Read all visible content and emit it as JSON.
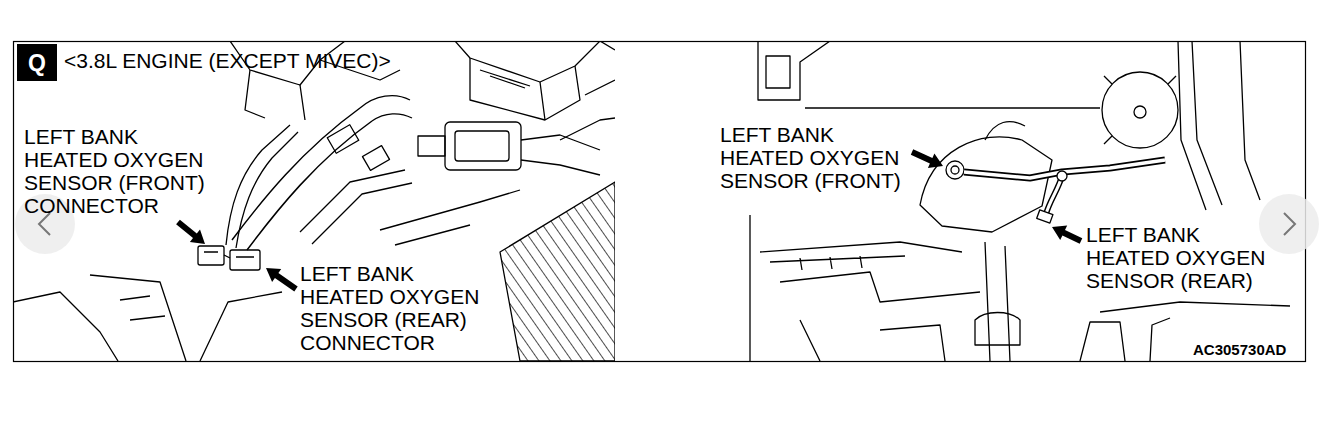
{
  "diagram": {
    "title": "<3.8L ENGINE (EXCEPT MIVEC)>",
    "nodes": [
      {
        "text": [
          "Q"
        ]
      }
    ],
    "labels": [
      "LEFT BANK HEATED OXYGEN SENSOR (FRONT) CONNECTOR",
      "LEFT BANK HEATED OXYGEN SENSOR (REAR) CONNECTOR",
      "LEFT BANK HEATED OXYGEN SENSOR (FRONT)",
      "LEFT BANK HEATED OXYGEN SENSOR (REAR)",
      "AC305730AD"
    ]
  }
}
